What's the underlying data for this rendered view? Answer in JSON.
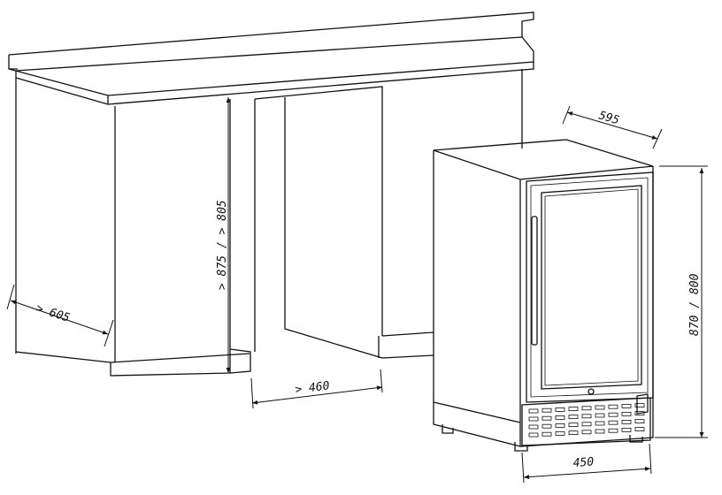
{
  "dimensions": {
    "fridge_depth": "595",
    "cabinet_depth": "> 605",
    "cabinet_height": "> 875 / > 805",
    "opening_width": "> 460",
    "fridge_width": "450",
    "fridge_height": "870 / 800"
  },
  "colors": {
    "line": "#111111",
    "background": "#ffffff"
  }
}
